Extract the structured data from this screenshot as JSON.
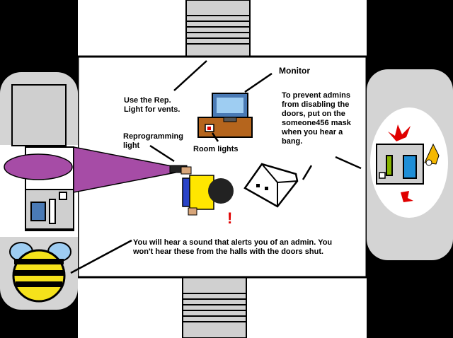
{
  "labels": {
    "monitor": "Monitor",
    "rep_light": "Use the Rep. Light for vents.",
    "doors_tip": "To prevent admins from disabling the doors, put on the someone456 mask when you hear a bang.",
    "reprogramming": "Reprogramming light",
    "room_lights": "Room lights",
    "sound_tip": "You will hear a sound that alerts you of an admin. You won't hear these from the halls with the doors shut.",
    "alert_mark": "!"
  },
  "icons": [
    "monitor-icon",
    "desk-icon",
    "mask-icon",
    "bee-icon",
    "flashlight-icon",
    "player-icon",
    "fox-icon",
    "door-icon",
    "vent-icon"
  ],
  "colors": {
    "background": "#000000",
    "floor": "#ffffff",
    "walls": "#d4d4d4",
    "light_beam": "#a64ca6",
    "desk": "#b5651d",
    "monitor_screen": "#4a7ab5",
    "alert": "#e00000",
    "bee_yellow": "#f5e21b",
    "bee_wing": "#9ecdf2",
    "fox": "#f5b800",
    "player_shirt": "#ffe600",
    "player_pants": "#2a44c8"
  }
}
